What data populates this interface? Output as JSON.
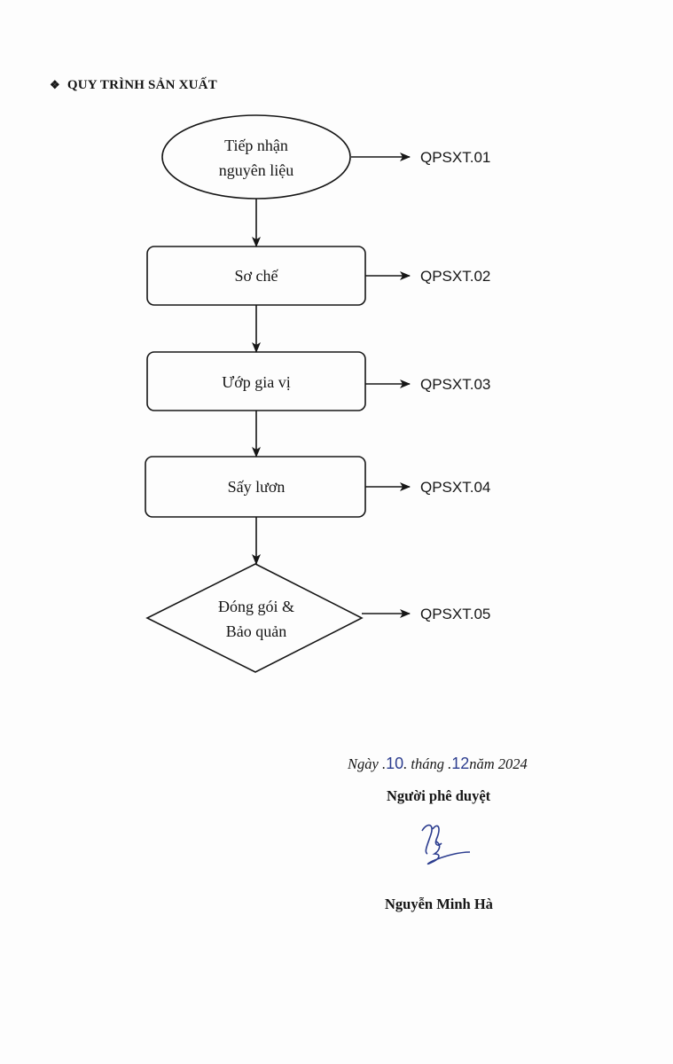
{
  "section_title": "QUY TRÌNH SẢN XUẤT",
  "section_bullet": "❖",
  "flowchart": {
    "steps": [
      {
        "shape": "ellipse",
        "lines": [
          "Tiếp nhận",
          "nguyên liệu"
        ],
        "code": "QPSXT.01"
      },
      {
        "shape": "rounded-rect",
        "lines": [
          "Sơ chế"
        ],
        "code": "QPSXT.02"
      },
      {
        "shape": "rounded-rect",
        "lines": [
          "Ướp gia vị"
        ],
        "code": "QPSXT.03"
      },
      {
        "shape": "rounded-rect",
        "lines": [
          "Sấy lươn"
        ],
        "code": "QPSXT.04"
      },
      {
        "shape": "diamond",
        "lines": [
          "Đóng gói &",
          "Bảo quản"
        ],
        "code": "QPSXT.05"
      }
    ]
  },
  "approval": {
    "date_prefix": "Ngày .",
    "day": "10",
    "month_label": ". tháng .",
    "month": "12",
    "year_label": "năm 2024",
    "role": "Người phê duyệt",
    "signature_name": "Nguyễn Minh Hà",
    "signer": "Nguyễn Minh Hà"
  },
  "colors": {
    "ink": "#161616",
    "handwriting": "#2c3d8f"
  }
}
